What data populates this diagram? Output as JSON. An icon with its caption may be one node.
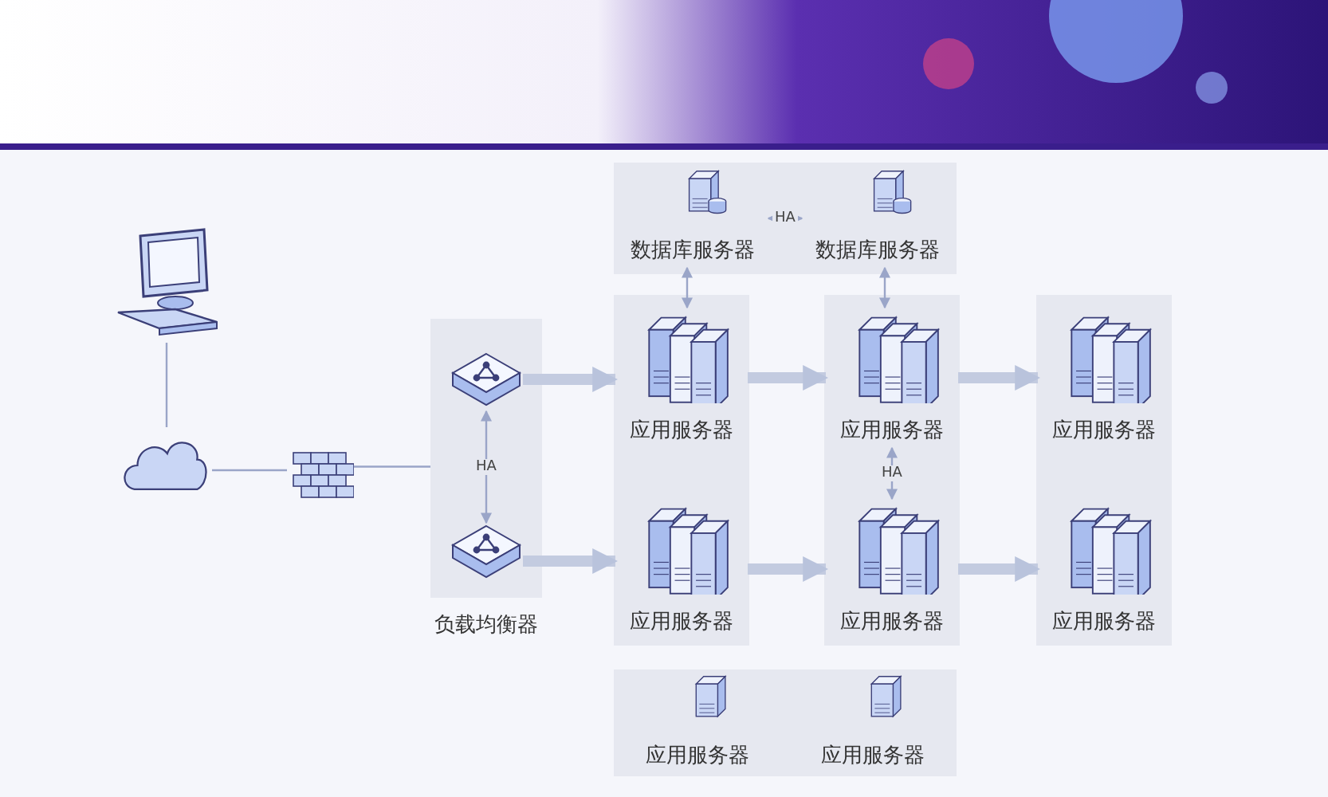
{
  "diagram": {
    "nodes": [
      {
        "text": [],
        "shape": "picture"
      },
      {
        "text": [],
        "shape": "cloud"
      },
      {
        "text": [],
        "shape": "picture"
      },
      {
        "text": [
          "负载均衡器"
        ]
      },
      {
        "text": [],
        "shape": "picture",
        "in": 3
      },
      {
        "text": [],
        "shape": "picture",
        "in": 3
      },
      {
        "text": [],
        "shape": "box"
      },
      {
        "text": [
          "数据库服务器"
        ],
        "in": 6
      },
      {
        "text": [
          "数据库服务器"
        ],
        "in": 6
      },
      {
        "text": [],
        "shape": "box"
      },
      {
        "text": [
          "应用服务器"
        ],
        "in": 9
      },
      {
        "text": [
          "应用服务器"
        ],
        "in": 9
      },
      {
        "text": [],
        "shape": "box"
      },
      {
        "text": [
          "应用服务器"
        ],
        "in": 12
      },
      {
        "text": [
          "应用服务器"
        ],
        "in": 12
      },
      {
        "text": [],
        "shape": "box"
      },
      {
        "text": [
          "应用服务器"
        ],
        "in": 15
      },
      {
        "text": [
          "应用服务器"
        ],
        "in": 15
      },
      {
        "text": [],
        "shape": "box"
      },
      {
        "text": [
          "应用服务器"
        ],
        "in": 18
      },
      {
        "text": [
          "应用服务器"
        ],
        "in": 18
      }
    ],
    "edges": [
      {
        "from": 0,
        "to": 1,
        "arrow": "none"
      },
      {
        "from": 1,
        "to": 2,
        "arrow": "none"
      },
      {
        "from": 2,
        "to": 3,
        "arrow": "none"
      },
      {
        "from": 4,
        "to": 5,
        "arrow": "both",
        "label": "HA"
      },
      {
        "from": 4,
        "to": 10,
        "arrow": "to",
        "style": "thick"
      },
      {
        "from": 5,
        "to": 11,
        "arrow": "to",
        "style": "thick"
      },
      {
        "from": 7,
        "to": 8,
        "arrow": "both",
        "label": "HA"
      },
      {
        "from": 7,
        "to": 10,
        "arrow": "both"
      },
      {
        "from": 8,
        "to": 13,
        "arrow": "both"
      },
      {
        "from": 10,
        "to": 13,
        "arrow": "to",
        "style": "thick"
      },
      {
        "from": 11,
        "to": 14,
        "arrow": "to",
        "style": "thick"
      },
      {
        "from": 13,
        "to": 14,
        "arrow": "both",
        "label": "HA"
      },
      {
        "from": 13,
        "to": 16,
        "arrow": "to",
        "style": "thick"
      },
      {
        "from": 14,
        "to": 17,
        "arrow": "to",
        "style": "thick"
      }
    ]
  }
}
